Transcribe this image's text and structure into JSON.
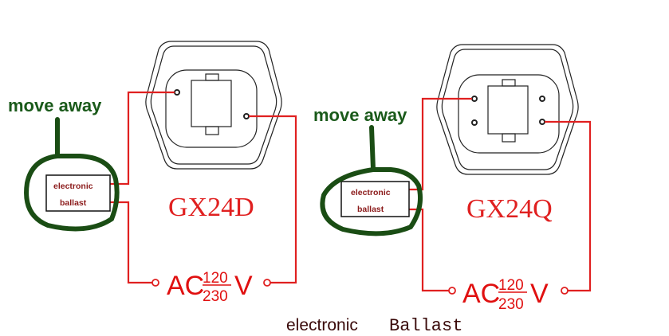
{
  "annotations": {
    "move_away_left": "move away",
    "move_away_right": "move away"
  },
  "ballast_label": {
    "line1": "electronic",
    "line2": "ballast"
  },
  "lamps": [
    {
      "model": "GX24D"
    },
    {
      "model": "GX24Q"
    }
  ],
  "supply": {
    "prefix": "AC",
    "numerator": "120",
    "denominator": "230",
    "unit": "V"
  },
  "caption": {
    "word1": "electronic",
    "word2": "Ballast"
  },
  "colors": {
    "wire": "#e02020",
    "annotation": "#1a5a1a",
    "ballast_text": "#8b1a1a"
  }
}
